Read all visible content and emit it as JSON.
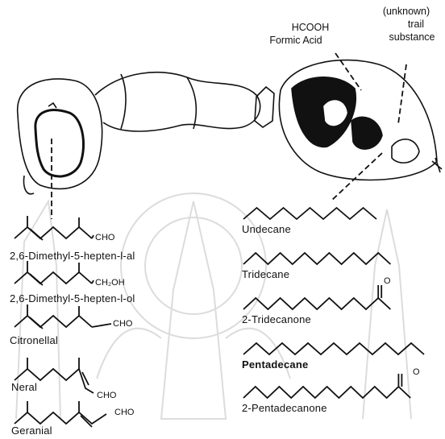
{
  "annotations": {
    "formic_formula": "HCOOH",
    "formic_name": "Formic Acid",
    "trail_line1": "(unknown)",
    "trail_line2": "trail",
    "trail_line3": "substance"
  },
  "left_compounds": [
    {
      "name": "2,6-Dimethyl-5-hepten-l-al",
      "group": "CHO"
    },
    {
      "name": "2,6-Dimethyl-5-hepten-l-ol",
      "group": "CH₂OH"
    },
    {
      "name": "Citronellal",
      "group": "CHO"
    },
    {
      "name": "Neral",
      "group": "CHO"
    },
    {
      "name": "Geranial",
      "group": "CHO"
    }
  ],
  "right_compounds": [
    {
      "name": "Undecane"
    },
    {
      "name": "Tridecane"
    },
    {
      "name": "2-Tridecanone",
      "atom": "O"
    },
    {
      "name": "Pentadecane"
    },
    {
      "name": "2-Pentadecanone",
      "atom": "O"
    }
  ]
}
